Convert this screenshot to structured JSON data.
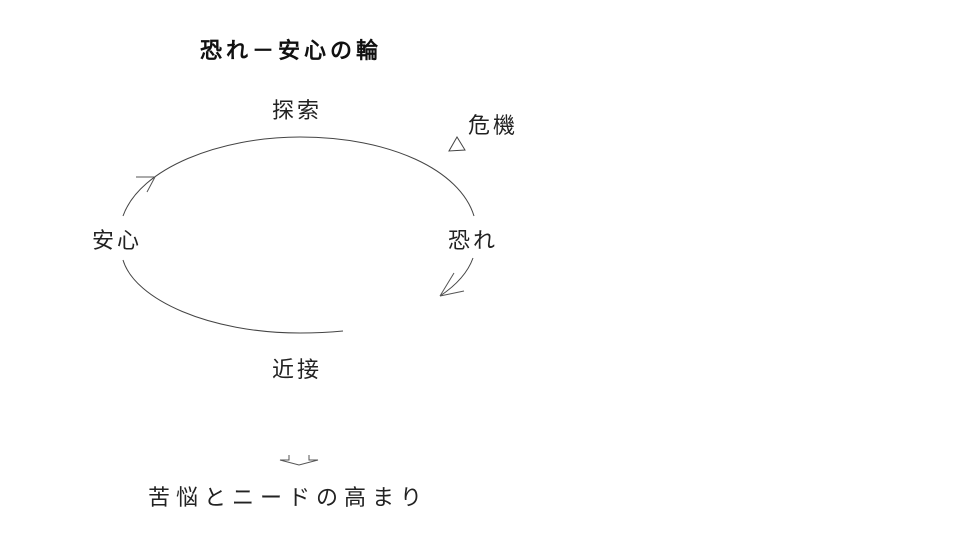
{
  "title": "恐れ－安心の輪",
  "cycle": {
    "nodes": {
      "explore": "探索",
      "fear": "恐れ",
      "approach": "近接",
      "safety": "安心"
    },
    "trigger": {
      "label": "危機",
      "icon": "triangle-outline-icon"
    }
  },
  "result": {
    "icon": "down-arrow-icon",
    "label": "苦悩とニードの高まり"
  },
  "colors": {
    "line": "#444444",
    "text": "#222222",
    "background": "#ffffff"
  }
}
